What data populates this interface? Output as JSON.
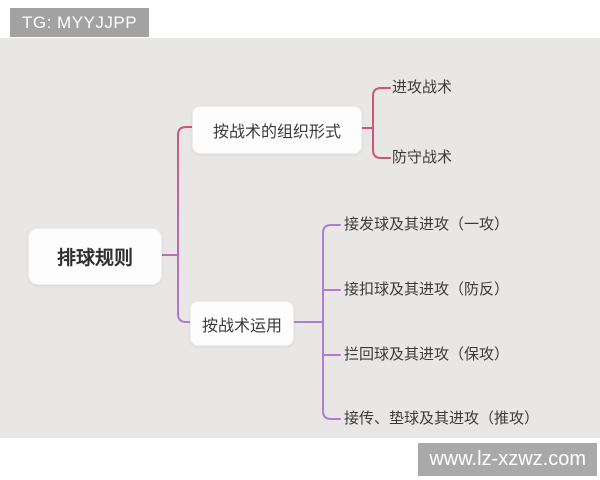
{
  "badge": {
    "label": "TG: MYYJJPP"
  },
  "watermark": {
    "label": "www.lz-xzwz.com"
  },
  "mindmap": {
    "root": {
      "label": "排球规则"
    },
    "branches": [
      {
        "label": "按战术的组织形式",
        "children": [
          "进攻战术",
          "防守战术"
        ]
      },
      {
        "label": "按战术运用",
        "children": [
          "接发球及其进攻（一攻）",
          "接扣球及其进攻（防反）",
          "拦回球及其进攻（保攻）",
          "接传、垫球及其进攻（推攻）"
        ]
      }
    ]
  },
  "colors": {
    "canvas_strip": "#ffffff",
    "board_bg": "#e8e7e5",
    "node_bg": "#fdfdfd",
    "node_border": "#efeeec",
    "text_dark": "#3b3b3b",
    "branch1_line": "#cc5480",
    "branch2_line": "#aa7fd1",
    "badge_bg": "#a2a2a2",
    "badge_text": "#ffffff",
    "watermark_bg": "#a9a9a9",
    "watermark_text": "#ffffff"
  }
}
